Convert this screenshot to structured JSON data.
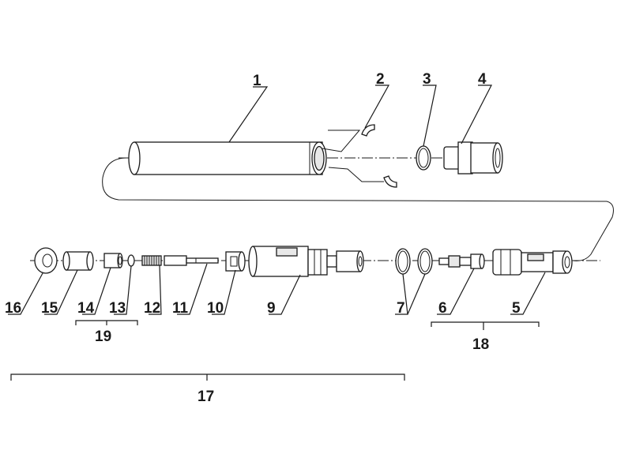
{
  "callouts": {
    "c1": "1",
    "c2": "2",
    "c3": "3",
    "c4": "4",
    "c5": "5",
    "c6": "6",
    "c7": "7",
    "c9": "9",
    "c10": "10",
    "c11": "11",
    "c12": "12",
    "c13": "13",
    "c14": "14",
    "c15": "15",
    "c16": "16",
    "c17": "17",
    "c18": "18",
    "c19": "19"
  }
}
